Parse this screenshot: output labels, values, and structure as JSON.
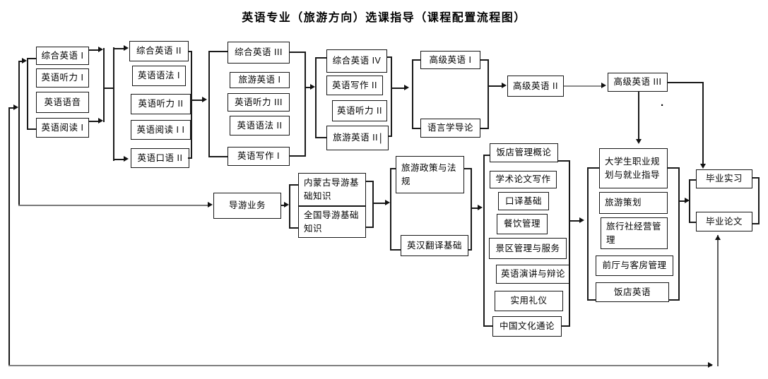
{
  "colors": {
    "line": "#1a1a1a",
    "line_gray": "#808080",
    "background": "#ffffff",
    "text": "#000000"
  },
  "flowchart": {
    "title": "英语专业（旅游方向）选课指导（课程配置流程图）",
    "groups": [
      [
        "综合英语 I",
        "英语听力 I",
        "英语语音",
        "英语阅读 I"
      ],
      [
        "综合英语 II",
        "英语语法 I",
        "英语听力 II",
        "英语阅读 I I",
        "英语口语 II"
      ],
      [
        "综合英语 III",
        "旅游英语 I",
        "英语听力 III",
        "英语语法 II",
        "英语写作 I"
      ],
      [
        "综合英语 IV",
        "英语写作 II",
        "英语听力 II",
        "旅游英语 II"
      ],
      [
        "高级英语 I",
        "语言学导论"
      ],
      [
        "高级英语 II"
      ],
      [
        "高级英语 III"
      ],
      [
        "导游业务"
      ],
      [
        "内蒙古导游基础知识",
        "全国导游基础知识"
      ],
      [
        "旅游政策与法规",
        "英汉翻译基础"
      ],
      [
        "饭店管理概论",
        "学术论文写作",
        "口译基础",
        "餐饮管理",
        "景区管理与服务",
        "英语演讲与辩论",
        "实用礼仪",
        "中国文化通论"
      ],
      [
        "大学生职业规划与就业指导",
        "旅游策划",
        "旅行社经营管理",
        "前厅与客房管理",
        "饭店英语"
      ],
      [
        "毕业实习",
        "毕业论文"
      ]
    ],
    "marks": {
      "text_cursor": "|",
      "stray_dot": "·"
    }
  }
}
